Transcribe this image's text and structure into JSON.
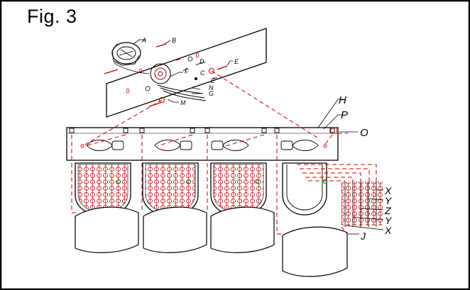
{
  "figure": {
    "title": "Fig. 3",
    "callouts": {
      "A": "A",
      "B": "B",
      "C": "C",
      "D": "D",
      "E1": "E",
      "E2": "E",
      "F": "F",
      "G": "G",
      "M": "M",
      "N": "N",
      "H": "H",
      "P": "P",
      "O": "O",
      "X1": "X",
      "Y1": "Y",
      "Z": "Z",
      "Y2": "Y",
      "X2": "X",
      "J": "J"
    }
  },
  "colors": {
    "outline": "#000000",
    "wiring": "#cc0000",
    "status_dot": "#119911",
    "background": "#ffffff"
  }
}
